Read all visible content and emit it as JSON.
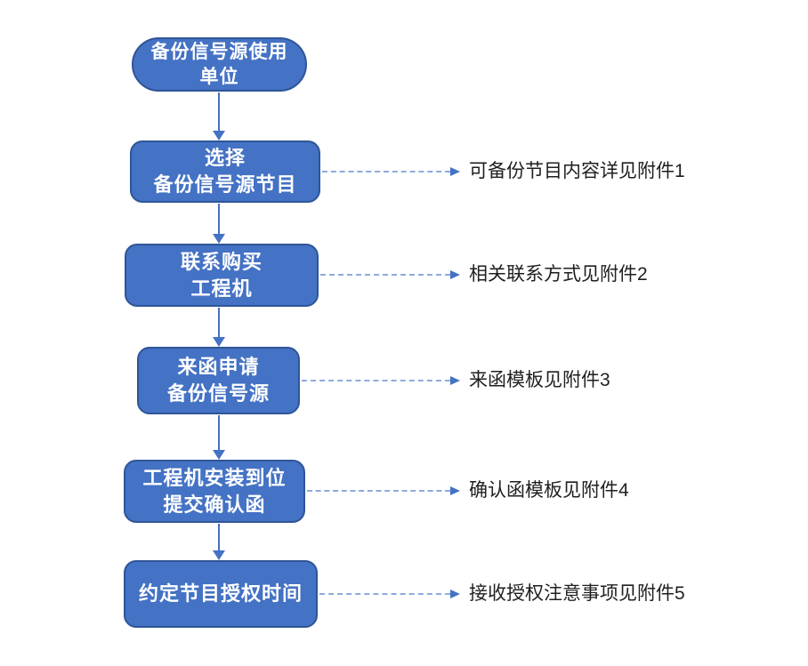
{
  "colors": {
    "node_fill": "#4472C4",
    "node_border": "#2F5597",
    "node_text": "#FFFFFF",
    "connector": "#4472C4",
    "dash_line": "#8FAADC",
    "annotation_text": "#1F1F1F",
    "background": "#FFFFFF"
  },
  "start_node": {
    "line1": "备份信号源使用",
    "line2": "单位"
  },
  "steps": [
    {
      "line1": "选择",
      "line2": "备份信号源节目",
      "annotation": "可备份节目内容详见附件1"
    },
    {
      "line1": "联系购买",
      "line2": "工程机",
      "annotation": "相关联系方式见附件2"
    },
    {
      "line1": "来函申请",
      "line2": "备份信号源",
      "annotation": "来函模板见附件3"
    },
    {
      "line1": "工程机安装到位",
      "line2": "提交确认函",
      "annotation": "确认函模板见附件4"
    },
    {
      "line1": "约定节目授权时间",
      "annotation": "接收授权注意事项见附件5"
    }
  ]
}
